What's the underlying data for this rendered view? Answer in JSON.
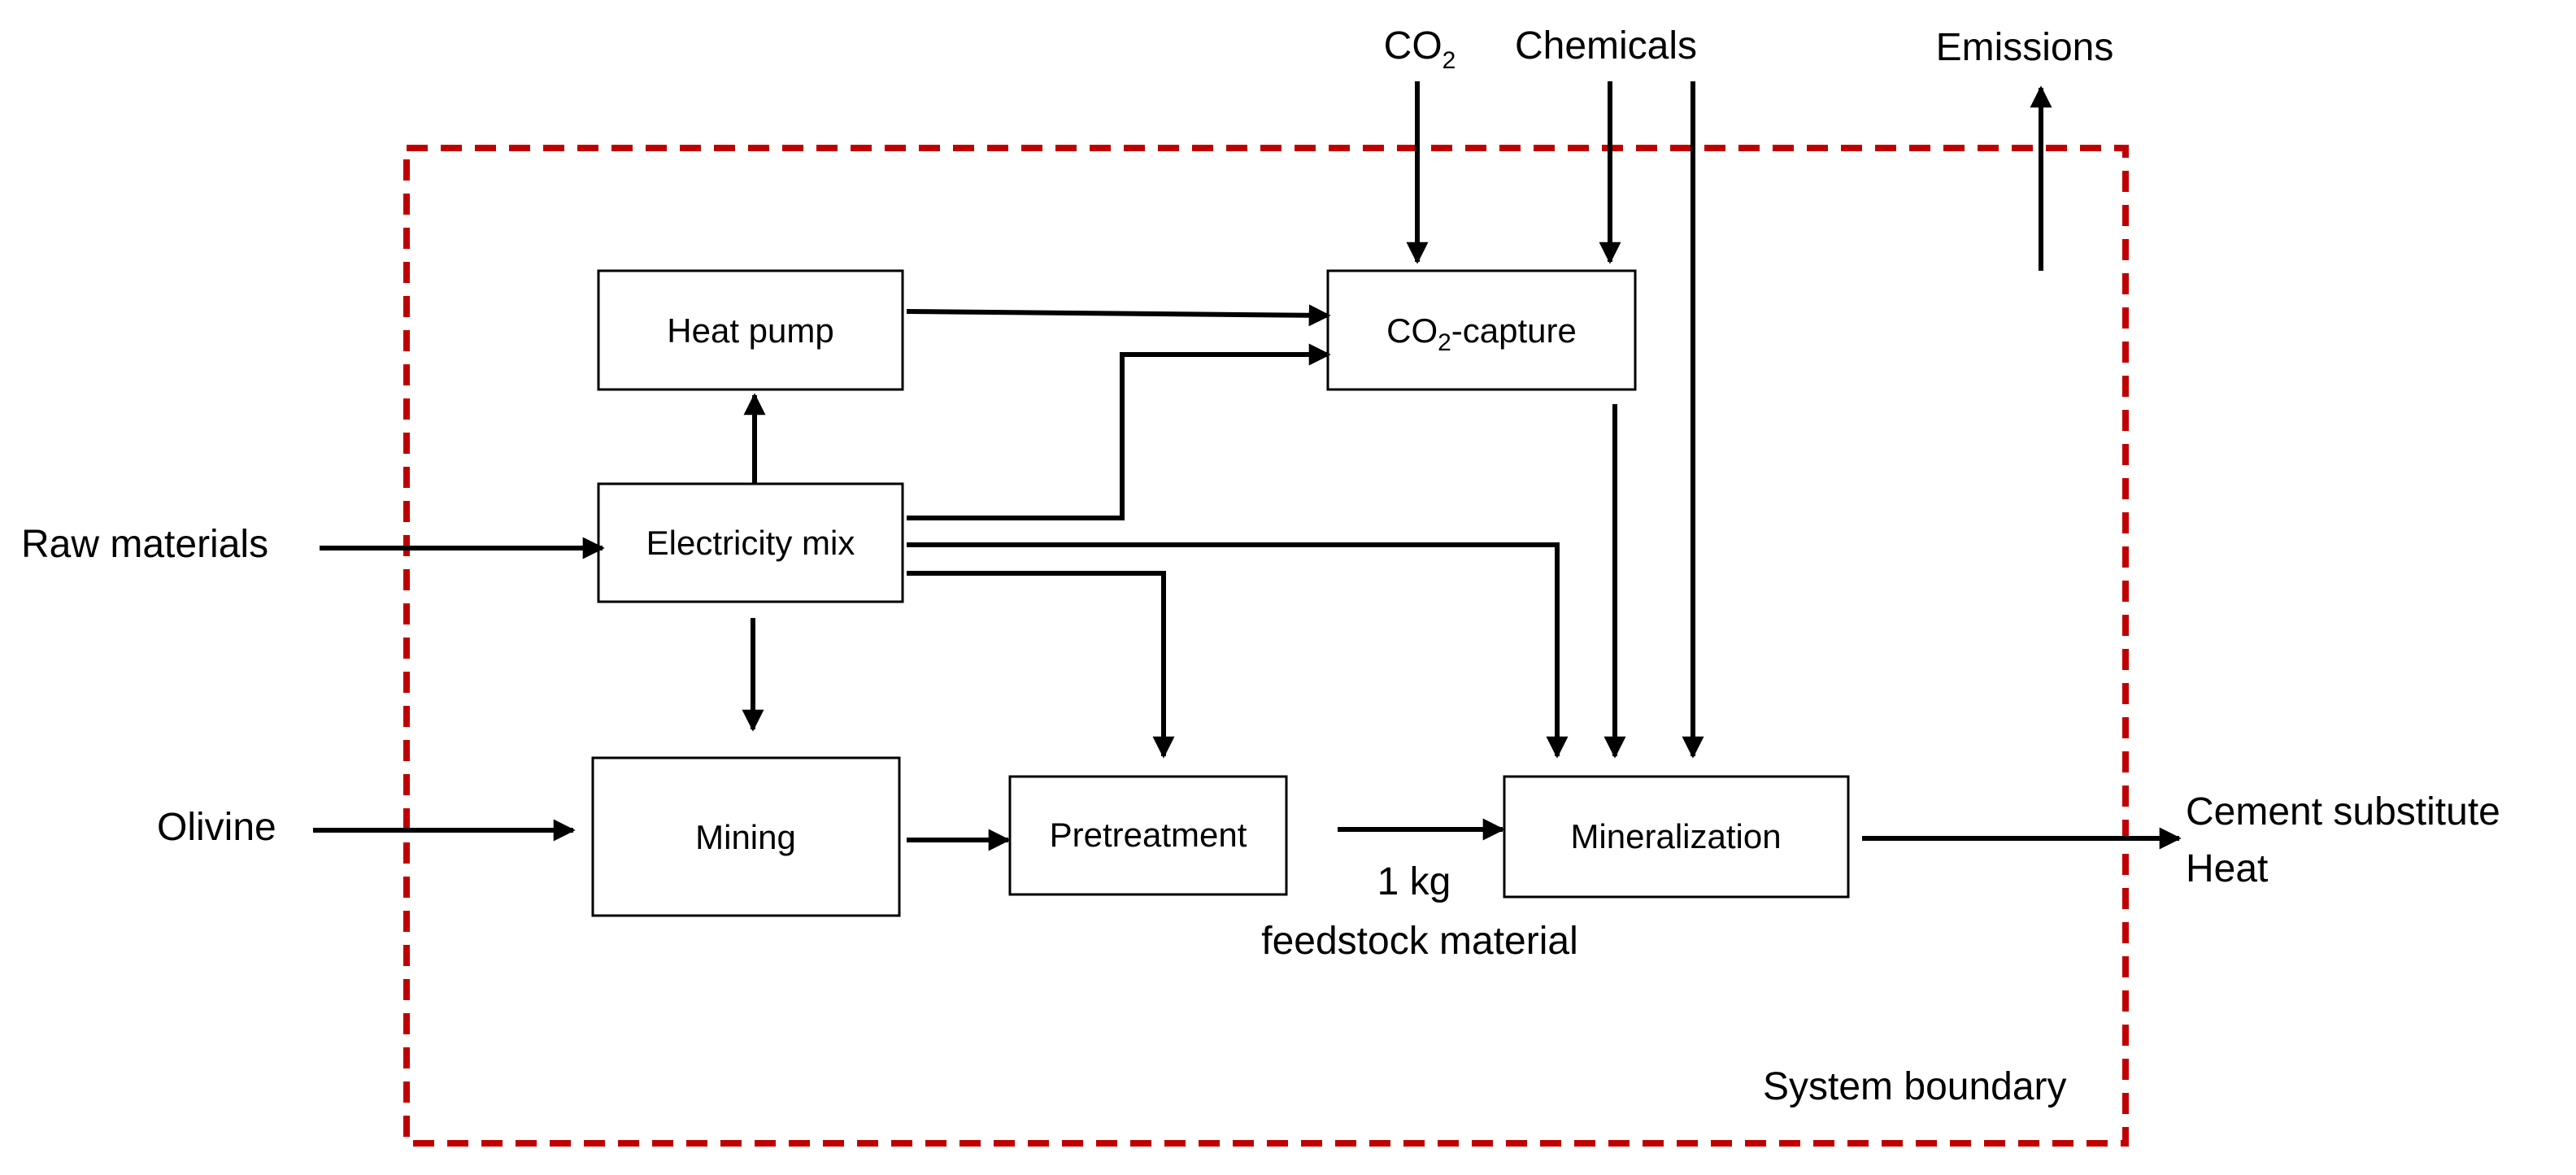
{
  "diagram": {
    "system_boundary_label": "System boundary",
    "boundary_color": "#c00000",
    "inputs": {
      "co2_main": "CO",
      "co2_sub": "2",
      "chemicals": "Chemicals",
      "raw_materials": "Raw materials",
      "olivine": "Olivine"
    },
    "outputs": {
      "emissions": "Emissions",
      "cement_substitute": "Cement substitute",
      "heat": "Heat"
    },
    "boxes": {
      "heat_pump": "Heat pump",
      "co2_capture_pre": "CO",
      "co2_capture_sub": "2",
      "co2_capture_post": "-capture",
      "electricity_mix": "Electricity mix",
      "mining": "Mining",
      "pretreatment": "Pretreatment",
      "mineralization": "Mineralization"
    },
    "functional_unit": {
      "line1": "1 kg",
      "line2": "feedstock material"
    }
  }
}
